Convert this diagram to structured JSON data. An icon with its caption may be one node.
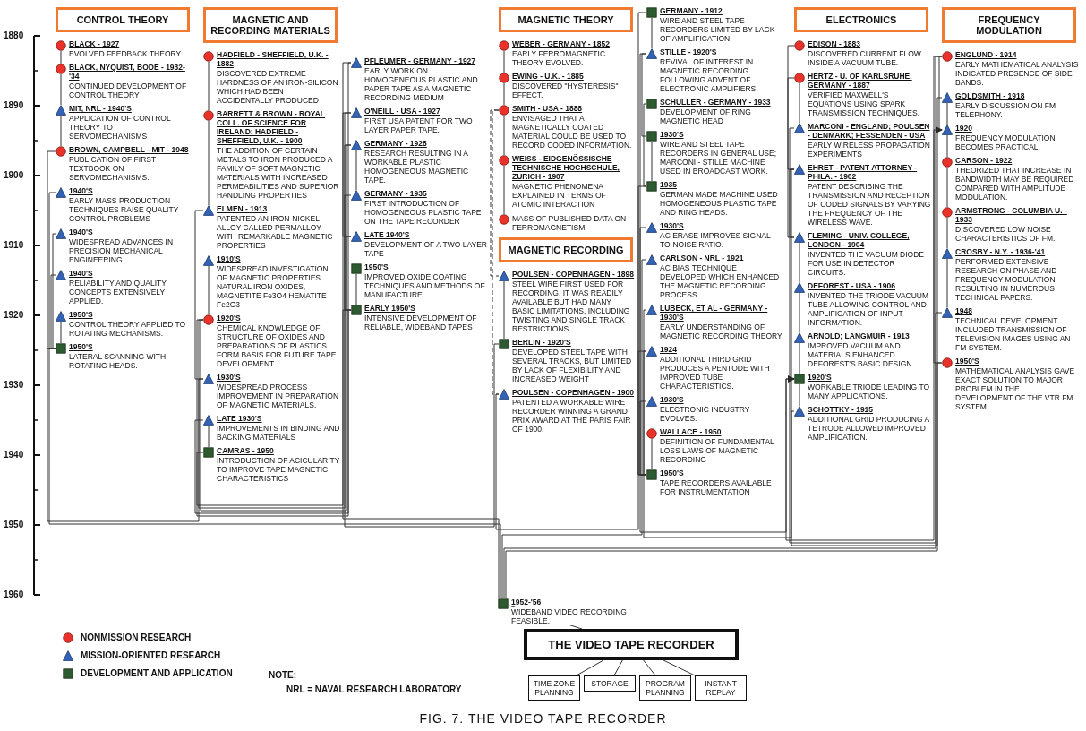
{
  "diagram": {
    "caption": "FIG. 7. THE VIDEO TAPE RECORDER",
    "nodes": [
      {
        "text": [
          "MAGNETIC AND RECORDING MATERIALS"
        ]
      },
      {
        "text": [
          "MAGNETIC THEORY"
        ]
      },
      {
        "text": [
          "MAGNETIC RECORDING"
        ]
      },
      {
        "text": [
          "ELECTRONICS"
        ]
      },
      {
        "text": [
          "FREQUENCY MODULATION"
        ]
      },
      {
        "text": [
          "CONTROL THEORY"
        ]
      },
      {
        "text": [],
        "shape": "circle",
        "beside": [
          "HADFIELD - SHEFFIELD, U.K. - 1882",
          "DISCOVERED EXTREME HARDNESS OF AN IRON-SILICON WHICH HAD BEEN ACCIDENTALLY PRODUCED"
        ]
      },
      {
        "text": [],
        "shape": "circle",
        "beside": [
          "BARRETT & BROWN - ROYAL COLL. OF SCIENCE FOR IRELAND; HADFIELD - SHEFFIELD, U.K. - 1900",
          "THE ADDITION OF CERTAIN METALS TO IRON PRODUCED A FAMILY OF SOFT MAGNETIC MATERIALS WITH INCREASED PERMEABILITIES AND SUPERIOR HANDLING PROPERTIES"
        ]
      },
      {
        "text": [],
        "shape": "triangle",
        "beside": [
          "1910'S",
          "WIDESPREAD INVESTIGATION OF MAGNETIC PROPERTIES. NATURAL IRON OXIDES, MAGNETITE Fe3O4 HEMATITE Fe2O3"
        ]
      },
      {
        "text": [],
        "shape": "triangle",
        "beside": [
          "ELMEN - 1913",
          "PATENTED AN IRON-NICKEL ALLOY CALLED PERMALLOY WITH REMARKABLE MAGNETIC PROPERTIES"
        ]
      },
      {
        "text": [],
        "shape": "circle",
        "beside": [
          "1920'S",
          "CHEMICAL KNOWLEDGE OF STRUCTURE OF OXIDES AND PREPARATIONS OF PLASTICS FORM BASIS FOR FUTURE TAPE DEVELOPMENT."
        ]
      },
      {
        "text": [],
        "shape": "triangle",
        "beside": [
          "PFLEUMER - GERMANY - 1927",
          "EARLY WORK ON HOMOGENEOUS PLASTIC AND PAPER TAPE AS A MAGNETIC RECORDING MEDIUM"
        ]
      },
      {
        "text": [],
        "shape": "triangle",
        "beside": [
          "O'NEILL - USA - 1927",
          "FIRST USA PATENT FOR TWO LAYER PAPER TAPE."
        ]
      },
      {
        "text": [],
        "shape": "triangle",
        "beside": [
          "GERMANY - 1928",
          "RESEARCH RESULTING IN A WORKABLE PLASTIC HOMOGENEOUS MAGNETIC TAPE."
        ]
      },
      {
        "text": [],
        "shape": "triangle",
        "beside": [
          "1930'S",
          "WIDESPREAD PROCESS IMPROVEMENT IN PREPARATION OF MAGNETIC MATERIALS."
        ]
      },
      {
        "text": [],
        "shape": "triangle",
        "beside": [
          "GERMANY - 1935",
          "FIRST INTRODUCTION OF HOMOGENEOUS PLASTIC TAPE ON THE TAPE RECORDER"
        ]
      },
      {
        "text": [],
        "shape": "triangle",
        "beside": [
          "LATE 1930'S",
          "IMPROVEMENTS IN BINDING AND BACKING MATERIALS"
        ]
      },
      {
        "text": [],
        "shape": "triangle",
        "beside": [
          "LATE 1940'S",
          "DEVELOPMENT OF A TWO LAYER TAPE"
        ]
      },
      {
        "text": [],
        "shape": "box",
        "beside": [
          "CAMRAS - 1950",
          "INTRODUCTION OF ACICULARITY TO IMPROVE TAPE MAGNETIC CHARACTERISTICS"
        ]
      },
      {
        "text": [],
        "shape": "box",
        "beside": [
          "1950'S",
          "IMPROVED OXIDE COATING TECHNIQUES AND METHODS OF MANUFACTURE"
        ]
      },
      {
        "text": [],
        "shape": "box",
        "beside": [
          "EARLY 1950'S",
          "INTENSIVE DEVELOPMENT OF RELIABLE, WIDEBAND TAPES"
        ]
      },
      {
        "text": [],
        "shape": "circle",
        "beside": [
          "BLACK - 1927",
          "EVOLVED FEEDBACK THEORY"
        ]
      },
      {
        "text": [],
        "shape": "circle",
        "beside": [
          "BLACK, NYQUIST, BODE - 1932-'34",
          "CONTINUED DEVELOPMENT OF CONTROL THEORY"
        ]
      },
      {
        "text": [],
        "shape": "triangle",
        "beside": [
          "MIT, NRL - 1940'S",
          "APPLICATION OF CONTROL THEORY TO SERVOMECHANISMS"
        ]
      },
      {
        "text": [],
        "shape": "triangle",
        "beside": [
          "1940'S",
          "EARLY MASS PRODUCTION TECHNIQUES RAISE QUALITY CONTROL PROBLEMS"
        ]
      },
      {
        "text": [],
        "shape": "triangle",
        "beside": [
          "1940'S",
          "RELIABILITY AND QUALITY CONCEPTS EXTENSIVELY APPLIED."
        ]
      },
      {
        "text": [],
        "shape": "triangle",
        "beside": [
          "1940'S",
          "WIDESPREAD ADVANCES IN PRECISION MECHANICAL ENGINEERING."
        ]
      },
      {
        "text": [],
        "shape": "circle",
        "beside": [
          "BROWN, CAMPBELL - MIT - 1948",
          "PUBLICATION OF FIRST TEXTBOOK ON SERVOMECHANISMS."
        ]
      },
      {
        "text": [],
        "shape": "triangle",
        "beside": [
          "1950'S",
          "CONTROL THEORY APPLIED TO ROTATING MECHANISMS."
        ]
      },
      {
        "text": [],
        "shape": "box",
        "beside": [
          "1950'S",
          "LATERAL SCANNING WITH ROTATING HEADS."
        ]
      },
      {
        "text": [],
        "shape": "circle",
        "beside": [
          "WEBER - GERMANY - 1852",
          "EARLY FERROMAGNETIC THEORY EVOLVED."
        ]
      },
      {
        "text": [],
        "shape": "circle",
        "beside": [
          "EWING - U.K. - 1885",
          "DISCOVERED \"HYSTERESIS\" EFFECT."
        ]
      },
      {
        "text": [],
        "shape": "circle",
        "beside": [
          "SMITH - USA - 1888",
          "ENVISAGED THAT A MAGNETICALLY COATED MATERIAL COULD BE USED TO RECORD CODED INFORMATION."
        ]
      },
      {
        "text": [],
        "shape": "circle",
        "beside": [
          "WEISS - EIDGENÖSSISCHE TECHNISCHE HOCHSCHULE, ZURICH - 1907",
          "MAGNETIC PHENOMENA EXPLAINED IN TERMS OF ATOMIC INTERACTION"
        ]
      },
      {
        "text": [],
        "shape": "circle",
        "beside": [
          "MASS OF PUBLISHED DATA ON FERROMAGNETISM"
        ]
      },
      {
        "text": [],
        "shape": "triangle",
        "beside": [
          "POULSEN - COPENHAGEN - 1898",
          "STEEL WIRE FIRST USED FOR RECORDING. IT WAS READILY AVAILABLE BUT HAD MANY BASIC LIMITATIONS, INCLUDING TWISTING AND SINGLE TRACK RESTRICTIONS."
        ]
      },
      {
        "text": [],
        "shape": "box",
        "beside": [
          "BERLIN - 1920'S",
          "DEVELOPED STEEL TAPE WITH SEVERAL TRACKS, BUT LIMITED BY LACK OF FLEXIBILITY AND INCREASED WEIGHT"
        ]
      },
      {
        "text": [],
        "shape": "triangle",
        "beside": [
          "POULSEN - COPENHAGEN - 1900",
          "PATENTED A WORKABLE WIRE RECORDER WINNING A GRAND PRIX AWARD AT THE PARIS FAIR OF 1900."
        ]
      },
      {
        "text": [],
        "shape": "box",
        "beside": [
          "GERMANY - 1912",
          "WIRE AND STEEL TAPE RECORDERS LIMITED BY LACK OF AMPLIFICATION."
        ]
      },
      {
        "text": [],
        "shape": "triangle",
        "beside": [
          "STILLE - 1920'S",
          "REVIVAL OF INTEREST IN MAGNETIC RECORDING FOLLOWING ADVENT OF ELECTRONIC AMPLIFIERS"
        ]
      },
      {
        "text": [],
        "shape": "box",
        "beside": [
          "1920'S",
          "WORKABLE TRIODE LEADING TO MANY APPLICATIONS."
        ]
      },
      {
        "text": [],
        "shape": "box",
        "beside": [
          "SCHULLER - GERMANY - 1933",
          "DEVELOPMENT OF RING MAGNETIC HEAD"
        ]
      },
      {
        "text": [],
        "shape": "box",
        "beside": [
          "1935",
          "GERMAN MADE MACHINE USED HOMOGENEOUS PLASTIC TAPE AND RING HEADS."
        ]
      },
      {
        "text": [],
        "shape": "box",
        "beside": [
          "1930'S",
          "WIRE AND STEEL TAPE RECORDERS IN GENERAL USE; MARCONI - STILLE MACHINE USED IN BROADCAST WORK."
        ]
      },
      {
        "text": [],
        "shape": "triangle",
        "beside": [
          "1930'S",
          "AC ERASE IMPROVES SIGNAL-TO-NOISE RATIO."
        ]
      },
      {
        "text": [],
        "shape": "triangle",
        "beside": [
          "CARLSON - NRL - 1921",
          "AC BIAS TECHNIQUE DEVELOPED WHICH ENHANCED THE MAGNETIC RECORDING PROCESS."
        ]
      },
      {
        "text": [],
        "shape": "triangle",
        "beside": [
          "LUBECK, ET AL - GERMANY - 1930'S",
          "EARLY UNDERSTANDING OF MAGNETIC RECORDING THEORY"
        ]
      },
      {
        "text": [],
        "shape": "triangle",
        "beside": [
          "1924",
          "ADDITIONAL THIRD GRID PRODUCES A PENTODE WITH IMPROVED TUBE CHARACTERISTICS."
        ]
      },
      {
        "text": [],
        "shape": "triangle",
        "beside": [
          "1930'S",
          "ELECTRONIC INDUSTRY EVOLVES."
        ]
      },
      {
        "text": [],
        "shape": "box",
        "beside": [
          "1950'S",
          "TAPE RECORDERS AVAILABLE FOR INSTRUMENTATION"
        ]
      },
      {
        "text": [],
        "shape": "circle",
        "beside": [
          "WALLACE - 1950",
          "DEFINITION OF FUNDAMENTAL LOSS LAWS OF MAGNETIC RECORDING"
        ]
      },
      {
        "text": [],
        "shape": "circle",
        "beside": [
          "EDISON - 1883",
          "DISCOVERED CURRENT FLOW INSIDE A VACUUM TUBE."
        ]
      },
      {
        "text": [],
        "shape": "circle",
        "beside": [
          "HERTZ - U. OF KARLSRUHE, GERMANY - 1887",
          "VERIFIED MAXWELL'S EQUATIONS USING SPARK TRANSMISSION TECHNIQUES."
        ]
      },
      {
        "text": [],
        "shape": "triangle",
        "beside": [
          "FLEMING - UNIV. COLLEGE, LONDON - 1904",
          "INVENTED THE VACUUM DIODE FOR USE IN DETECTOR CIRCUITS."
        ]
      },
      {
        "text": [],
        "shape": "triangle",
        "beside": [
          "DEFOREST - USA - 1906",
          "INVENTED THE TRIODE VACUUM TUBE ALLOWING CONTROL AND AMPLIFICATION OF INPUT INFORMATION."
        ]
      },
      {
        "text": [],
        "shape": "triangle",
        "beside": [
          "MARCONI - ENGLAND; POULSEN - DENMARK; FESSENDEN - USA",
          "EARLY WIRELESS PROPAGATION EXPERIMENTS"
        ]
      },
      {
        "text": [],
        "shape": "triangle",
        "beside": [
          "EHRET - PATENT ATTORNEY - PHILA. - 1902",
          "PATENT DESCRIBING THE TRANSMISSION AND RECEPTION OF CODED SIGNALS BY VARYING THE FREQUENCY OF THE WIRELESS WAVE."
        ]
      },
      {
        "text": [],
        "shape": "triangle",
        "beside": [
          "ARNOLD; LANGMUIR - 1913",
          "IMPROVED VACUUM AND MATERIALS ENHANCED DEFOREST'S BASIC DESIGN."
        ]
      },
      {
        "text": [],
        "shape": "triangle",
        "beside": [
          "SCHOTTKY - 1915",
          "ADDITIONAL GRID PRODUCING A TETRODE ALLOWED IMPROVED AMPLIFICATION."
        ]
      },
      {
        "text": [],
        "shape": "circle",
        "beside": [
          "ENGLUND - 1914",
          "EARLY MATHEMATICAL ANALYSIS INDICATED PRESENCE OF SIDE BANDS."
        ]
      },
      {
        "text": [],
        "shape": "triangle",
        "beside": [
          "GOLDSMITH - 1918",
          "EARLY DISCUSSION ON FM TELEPHONY."
        ]
      },
      {
        "text": [],
        "shape": "triangle",
        "beside": [
          "1920",
          "FREQUENCY MODULATION BECOMES PRACTICAL."
        ]
      },
      {
        "text": [],
        "shape": "circle",
        "beside": [
          "CARSON - 1922",
          "THEORIZED THAT INCREASE IN BANDWIDTH MAY BE REQUIRED COMPARED WITH AMPLITUDE MODULATION."
        ]
      },
      {
        "text": [],
        "shape": "circle",
        "beside": [
          "ARMSTRONG - COLUMBIA U. - 1933",
          "DISCOVERED LOW NOISE CHARACTERISTICS OF FM."
        ]
      },
      {
        "text": [],
        "shape": "triangle",
        "beside": [
          "CROSBY - N.Y. - 1936-'41",
          "PERFORMED EXTENSIVE RESEARCH ON PHASE AND FREQUENCY MODULATION RESULTING IN NUMEROUS TECHNICAL PAPERS."
        ]
      },
      {
        "text": [],
        "shape": "triangle",
        "beside": [
          "1948",
          "TECHNICAL DEVELOPMENT INCLUDED TRANSMISSION OF TELEVISION IMAGES USING AN FM SYSTEM."
        ]
      },
      {
        "text": [],
        "shape": "circle",
        "beside": [
          "1950'S",
          "MATHEMATICAL ANALYSIS GAVE EXACT SOLUTION TO MAJOR PROBLEM IN THE DEVELOPMENT OF THE VTR FM SYSTEM."
        ]
      },
      {
        "text": [],
        "shape": "box",
        "beside": [
          "1952-'56",
          "WIDEBAND VIDEO RECORDING FEASIBLE."
        ]
      },
      {
        "text": [
          "THE VIDEO TAPE RECORDER"
        ]
      },
      {
        "text": [
          "TIME ZONE PLANNING"
        ]
      },
      {
        "text": [
          "STORAGE"
        ]
      },
      {
        "text": [
          "PROGRAM PLANNING"
        ]
      },
      {
        "text": [
          "INSTANT REPLAY"
        ]
      }
    ],
    "edges": [
      {
        "from": 6,
        "to": 7,
        "arrow": "none"
      },
      {
        "from": 7,
        "to": 9,
        "arrow": "none"
      },
      {
        "from": 9,
        "to": 14,
        "arrow": "none"
      },
      {
        "from": 8,
        "to": 10,
        "arrow": "none"
      },
      {
        "from": 10,
        "to": 11,
        "arrow": "none"
      },
      {
        "from": 10,
        "to": 12,
        "arrow": "none"
      },
      {
        "from": 10,
        "to": 13,
        "arrow": "none"
      },
      {
        "from": 13,
        "to": 15,
        "arrow": "none"
      },
      {
        "from": 11,
        "to": 16,
        "arrow": "none"
      },
      {
        "from": 12,
        "to": 17,
        "arrow": "none"
      },
      {
        "from": 15,
        "to": 20,
        "arrow": "none"
      },
      {
        "from": 16,
        "to": 18,
        "arrow": "none"
      },
      {
        "from": 17,
        "to": 20,
        "arrow": "none"
      },
      {
        "from": 18,
        "to": 20,
        "arrow": "none"
      },
      {
        "from": 19,
        "to": 20,
        "arrow": "none"
      },
      {
        "from": 20,
        "to": 67,
        "arrow": "none"
      },
      {
        "from": 21,
        "to": 22,
        "arrow": "none"
      },
      {
        "from": 22,
        "to": 23,
        "arrow": "none"
      },
      {
        "from": 23,
        "to": 27,
        "arrow": "none"
      },
      {
        "from": 27,
        "to": 29,
        "arrow": "none"
      },
      {
        "from": 28,
        "to": 29,
        "arrow": "none"
      },
      {
        "from": 24,
        "to": 29,
        "arrow": "none"
      },
      {
        "from": 25,
        "to": 29,
        "arrow": "none"
      },
      {
        "from": 26,
        "to": 29,
        "arrow": "none"
      },
      {
        "from": 14,
        "to": 29,
        "arrow": "none"
      },
      {
        "from": 29,
        "to": 67,
        "arrow": "none"
      },
      {
        "from": 30,
        "to": 31,
        "arrow": "none"
      },
      {
        "from": 31,
        "to": 32,
        "arrow": "none"
      },
      {
        "from": 32,
        "to": 33,
        "arrow": "none"
      },
      {
        "from": 33,
        "to": 34,
        "arrow": "none"
      },
      {
        "from": 32,
        "to": 35,
        "arrow": "none",
        "style": "dashed"
      },
      {
        "from": 32,
        "to": 37,
        "arrow": "none",
        "style": "dashed"
      },
      {
        "from": 35,
        "to": 36,
        "arrow": "none"
      },
      {
        "from": 36,
        "to": 13,
        "arrow": "none"
      },
      {
        "from": 37,
        "to": 38,
        "arrow": "none"
      },
      {
        "from": 38,
        "to": 39,
        "arrow": "none"
      },
      {
        "from": 39,
        "to": 40,
        "arrow": "none"
      },
      {
        "from": 39,
        "to": 43,
        "arrow": "none"
      },
      {
        "from": 41,
        "to": 42,
        "arrow": "none"
      },
      {
        "from": 43,
        "to": 42,
        "arrow": "none"
      },
      {
        "from": 42,
        "to": 49,
        "arrow": "none"
      },
      {
        "from": 44,
        "to": 49,
        "arrow": "none"
      },
      {
        "from": 45,
        "to": 49,
        "arrow": "none"
      },
      {
        "from": 46,
        "to": 49,
        "arrow": "none"
      },
      {
        "from": 47,
        "to": 49,
        "arrow": "none"
      },
      {
        "from": 48,
        "to": 49,
        "arrow": "none"
      },
      {
        "from": 50,
        "to": 49,
        "arrow": "none"
      },
      {
        "from": 49,
        "to": 67,
        "arrow": "none"
      },
      {
        "from": 51,
        "to": 53,
        "arrow": "none"
      },
      {
        "from": 55,
        "to": 53,
        "arrow": "none"
      },
      {
        "from": 53,
        "to": 54,
        "arrow": "none"
      },
      {
        "from": 54,
        "to": 57,
        "arrow": "none"
      },
      {
        "from": 57,
        "to": 40,
        "arrow": "none"
      },
      {
        "from": 40,
        "to": 58,
        "arrow": "none"
      },
      {
        "from": 58,
        "to": 47,
        "arrow": "none"
      },
      {
        "from": 40,
        "to": 61,
        "arrow": "both"
      },
      {
        "from": 52,
        "to": 55,
        "arrow": "none"
      },
      {
        "from": 52,
        "to": 56,
        "arrow": "none"
      },
      {
        "from": 56,
        "to": 59,
        "arrow": "none"
      },
      {
        "from": 56,
        "to": 60,
        "arrow": "none"
      },
      {
        "from": 59,
        "to": 61,
        "arrow": "none"
      },
      {
        "from": 60,
        "to": 61,
        "arrow": "none"
      },
      {
        "from": 61,
        "to": 62,
        "arrow": "none"
      },
      {
        "from": 62,
        "to": 63,
        "arrow": "none"
      },
      {
        "from": 63,
        "to": 64,
        "arrow": "none"
      },
      {
        "from": 64,
        "to": 65,
        "arrow": "none"
      },
      {
        "from": 59,
        "to": 66,
        "arrow": "none"
      },
      {
        "from": 65,
        "to": 67,
        "arrow": "none"
      },
      {
        "from": 66,
        "to": 67,
        "arrow": "none"
      },
      {
        "from": 67,
        "to": 68,
        "arrow": "none"
      },
      {
        "from": 68,
        "to": 69,
        "arrow": "none"
      },
      {
        "from": 68,
        "to": 70,
        "arrow": "none"
      },
      {
        "from": 68,
        "to": 71,
        "arrow": "none"
      },
      {
        "from": 68,
        "to": 72,
        "arrow": "none"
      }
    ],
    "labels": [
      "1880",
      "1890",
      "1900",
      "1910",
      "1920",
      "1930",
      "1940",
      "1950",
      "1960",
      "NOTE:",
      "NRL = NAVAL RESEARCH LABORATORY"
    ],
    "legend": [
      {
        "text": "NONMISSION RESEARCH"
      },
      {
        "text": "MISSION-ORIENTED RESEARCH"
      },
      {
        "text": "DEVELOPMENT AND APPLICATION"
      }
    ]
  }
}
